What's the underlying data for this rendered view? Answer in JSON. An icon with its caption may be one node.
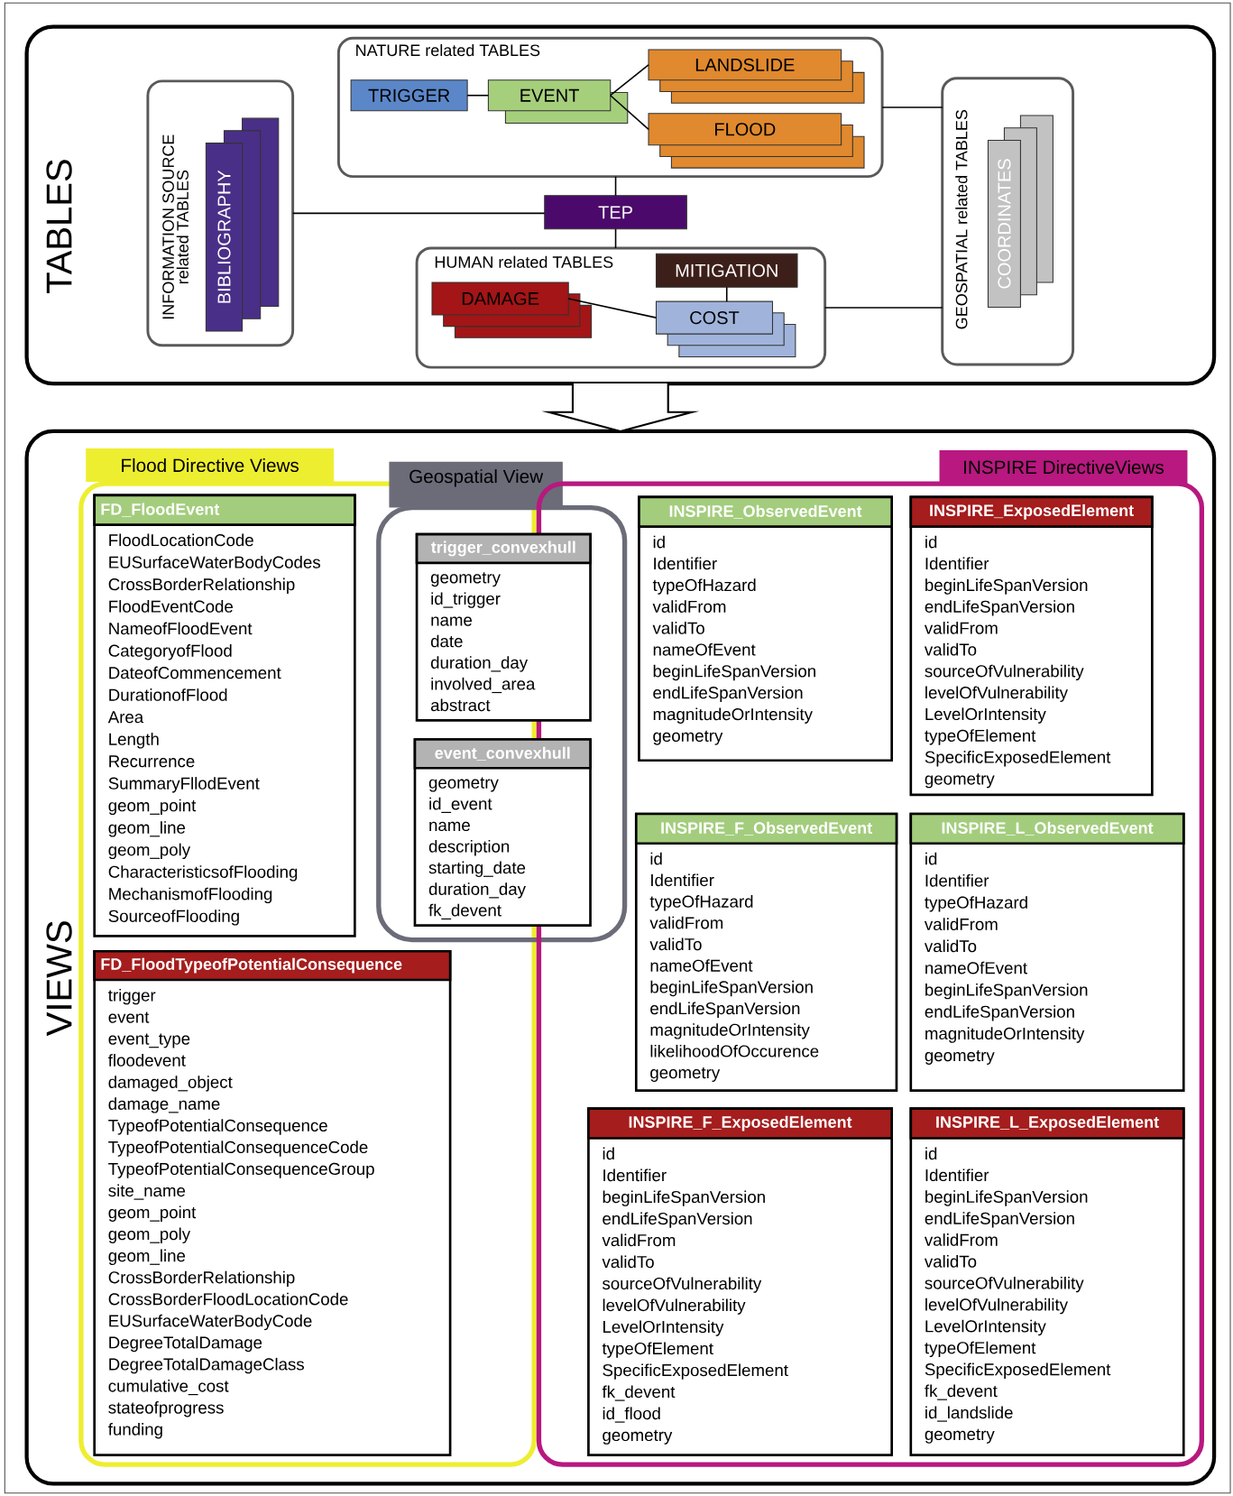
{
  "diagram": {
    "nodes": [
      {
        "text": [
          "TABLES"
        ]
      },
      {
        "text": [
          "INFORMATION SOURCE related TABLES"
        ],
        "in": 0
      },
      {
        "text": [
          "BIBLIOGRAPHY"
        ],
        "in": 1
      },
      {
        "text": [
          "NATURE related TABLES"
        ],
        "in": 0
      },
      {
        "text": [
          "TRIGGER"
        ],
        "in": 3
      },
      {
        "text": [
          "EVENT"
        ],
        "in": 3
      },
      {
        "text": [
          "LANDSLIDE"
        ],
        "in": 3
      },
      {
        "text": [
          "FLOOD"
        ],
        "in": 3
      },
      {
        "text": [
          "TEP"
        ],
        "in": 0
      },
      {
        "text": [
          "HUMAN related TABLES"
        ],
        "in": 0
      },
      {
        "text": [
          "MITIGATION"
        ],
        "in": 9
      },
      {
        "text": [
          "DAMAGE"
        ],
        "in": 9
      },
      {
        "text": [
          "COST"
        ],
        "in": 9
      },
      {
        "text": [
          "GEOSPATIAL related TABLES"
        ],
        "in": 0
      },
      {
        "text": [
          "COORDINATES"
        ],
        "in": 13
      },
      {
        "text": [
          "VIEWS"
        ]
      },
      {
        "text": [
          "Flood Directive Views"
        ],
        "in": 15
      },
      {
        "text": [
          "FD_FloodEvent",
          "FloodLocationCode",
          "EUSurfaceWaterBodyCodes",
          "CrossBorderRelationship",
          "FloodEventCode",
          "NameofFloodEvent",
          "CategoryofFlood",
          "DateofCommencement",
          "DurationofFlood",
          "Area",
          "Length",
          "Recurrence",
          "SummaryFllodEvent",
          "geom_point",
          "geom_line",
          "geom_poly",
          "CharacteristicsofFlooding",
          "MechanismofFlooding",
          "SourceofFlooding"
        ],
        "in": 16
      },
      {
        "text": [
          "FD_FloodTypeofPotentialConsequence",
          "trigger",
          "event",
          "event_type",
          "floodevent",
          "damaged_object",
          "damage_name",
          "TypeofPotentialConsequence",
          "TypeofPotentialConsequenceCode",
          "TypeofPotentialConsequenceGroup",
          "site_name",
          "geom_point",
          "geom_poly",
          "geom_line",
          "CrossBorderRelationship",
          "CrossBorderFloodLocationCode",
          "EUSurfaceWaterBodyCode",
          "DegreeTotalDamage",
          "DegreeTotalDamageClass",
          "cumulative_cost",
          "stateofprogress",
          "funding"
        ],
        "in": 16
      },
      {
        "text": [
          "Geospatial View"
        ],
        "in": 15
      },
      {
        "text": [
          "trigger_convexhull",
          "geometry",
          "id_trigger",
          "name",
          "date",
          "duration_day",
          "involved_area",
          "abstract"
        ],
        "in": 19
      },
      {
        "text": [
          "event_convexhull",
          "geometry",
          "id_event",
          "name",
          "description",
          "starting_date",
          "duration_day",
          "fk_devent"
        ],
        "in": 19
      },
      {
        "text": [
          "INSPIRE DirectiveViews"
        ],
        "in": 15
      },
      {
        "text": [
          "INSPIRE_ObservedEvent",
          "id",
          "Identifier",
          "typeOfHazard",
          "validFrom",
          "validTo",
          "nameOfEvent",
          "beginLifeSpanVersion",
          "endLifeSpanVersion",
          "magnitudeOrIntensity",
          "geometry"
        ],
        "in": 22
      },
      {
        "text": [
          "INSPIRE_ExposedElement",
          "id",
          "Identifier",
          "beginLifeSpanVersion",
          "endLifeSpanVersion",
          "validFrom",
          "validTo",
          "sourceOfVulnerability",
          "levelOfVulnerability",
          "LevelOrIntensity",
          "typeOfElement",
          "SpecificExposedElement",
          "geometry"
        ],
        "in": 22
      },
      {
        "text": [
          "INSPIRE_F_ObservedEvent",
          "id",
          "Identifier",
          "typeOfHazard",
          "validFrom",
          "validTo",
          "nameOfEvent",
          "beginLifeSpanVersion",
          "endLifeSpanVersion",
          "magnitudeOrIntensity",
          "likelihoodOfOccurence",
          "geometry"
        ],
        "in": 22
      },
      {
        "text": [
          "INSPIRE_L_ObservedEvent",
          "id",
          "Identifier",
          "typeOfHazard",
          "validFrom",
          "validTo",
          "nameOfEvent",
          "beginLifeSpanVersion",
          "endLifeSpanVersion",
          "magnitudeOrIntensity",
          "geometry"
        ],
        "in": 22
      },
      {
        "text": [
          "INSPIRE_F_ExposedElement",
          "id",
          "Identifier",
          "beginLifeSpanVersion",
          "endLifeSpanVersion",
          "validFrom",
          "validTo",
          "sourceOfVulnerability",
          "levelOfVulnerability",
          "LevelOrIntensity",
          "typeOfElement",
          "SpecificExposedElement",
          "fk_devent",
          "id_flood",
          "geometry"
        ],
        "in": 22
      },
      {
        "text": [
          "INSPIRE_L_ExposedElement",
          "id",
          "Identifier",
          "beginLifeSpanVersion",
          "endLifeSpanVersion",
          "validFrom",
          "validTo",
          "sourceOfVulnerability",
          "levelOfVulnerability",
          "LevelOrIntensity",
          "typeOfElement",
          "SpecificExposedElement",
          "fk_devent",
          "id_landslide",
          "geometry"
        ],
        "in": 22
      }
    ],
    "edges": [
      {
        "from": 4,
        "to": 5,
        "arrow": "none"
      },
      {
        "from": 5,
        "to": 6,
        "arrow": "none"
      },
      {
        "from": 5,
        "to": 7,
        "arrow": "none"
      },
      {
        "from": 3,
        "to": 8,
        "arrow": "none"
      },
      {
        "from": 8,
        "to": 9,
        "arrow": "none"
      },
      {
        "from": 1,
        "to": 8,
        "arrow": "none"
      },
      {
        "from": 3,
        "to": 13,
        "arrow": "none"
      },
      {
        "from": 9,
        "to": 13,
        "arrow": "none"
      },
      {
        "from": 11,
        "to": 12,
        "arrow": "none"
      },
      {
        "from": 10,
        "to": 12,
        "arrow": "none"
      },
      {
        "from": 0,
        "to": 15,
        "arrow": "to",
        "style": "thick"
      }
    ]
  }
}
